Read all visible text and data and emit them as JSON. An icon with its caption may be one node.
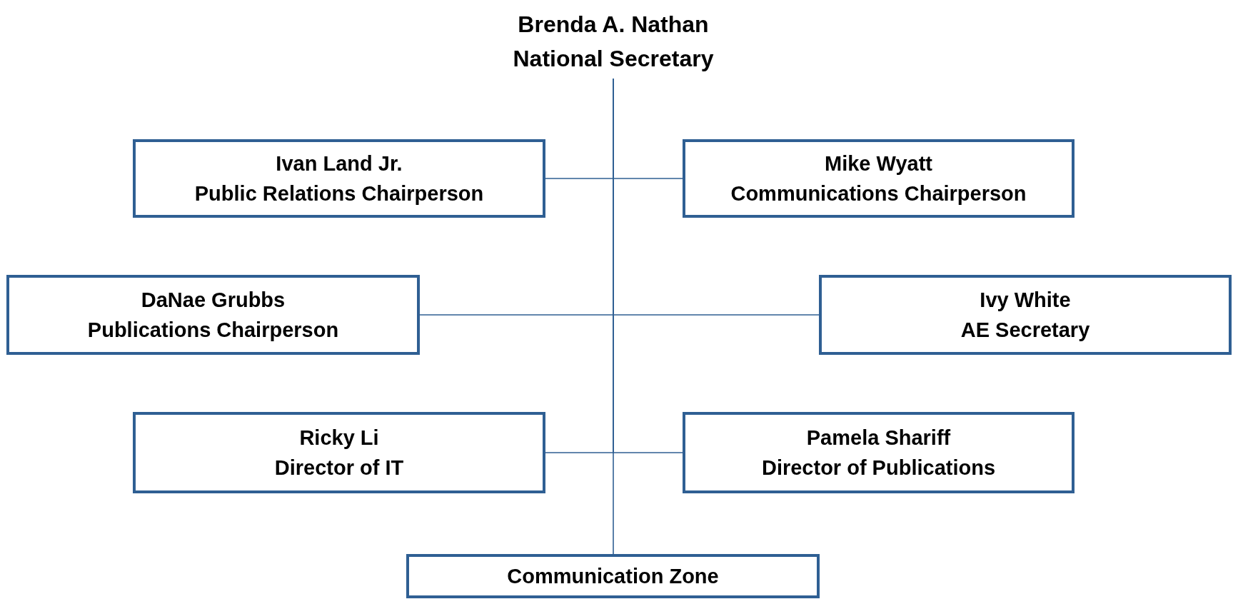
{
  "diagram": {
    "nodes": [
      {
        "text": [
          "Brenda A. Nathan",
          "National Secretary"
        ]
      },
      {
        "text": [
          "Ivan Land Jr.",
          "Public Relations Chairperson"
        ]
      },
      {
        "text": [
          "Mike Wyatt",
          "Communications Chairperson"
        ]
      },
      {
        "text": [
          "DaNae Grubbs",
          "Publications Chairperson"
        ]
      },
      {
        "text": [
          "Ivy White",
          "AE Secretary"
        ]
      },
      {
        "text": [
          "Ricky Li",
          "Director of IT"
        ]
      },
      {
        "text": [
          "Pamela Shariff",
          "Director of Publications"
        ]
      },
      {
        "text": [
          "Communication Zone"
        ]
      }
    ],
    "edges": [
      {
        "from": 0,
        "to": 1,
        "arrow": "none"
      },
      {
        "from": 0,
        "to": 2,
        "arrow": "none"
      },
      {
        "from": 0,
        "to": 3,
        "arrow": "none"
      },
      {
        "from": 0,
        "to": 4,
        "arrow": "none"
      },
      {
        "from": 0,
        "to": 5,
        "arrow": "none"
      },
      {
        "from": 0,
        "to": 6,
        "arrow": "none"
      },
      {
        "from": 0,
        "to": 7,
        "arrow": "none"
      }
    ]
  }
}
